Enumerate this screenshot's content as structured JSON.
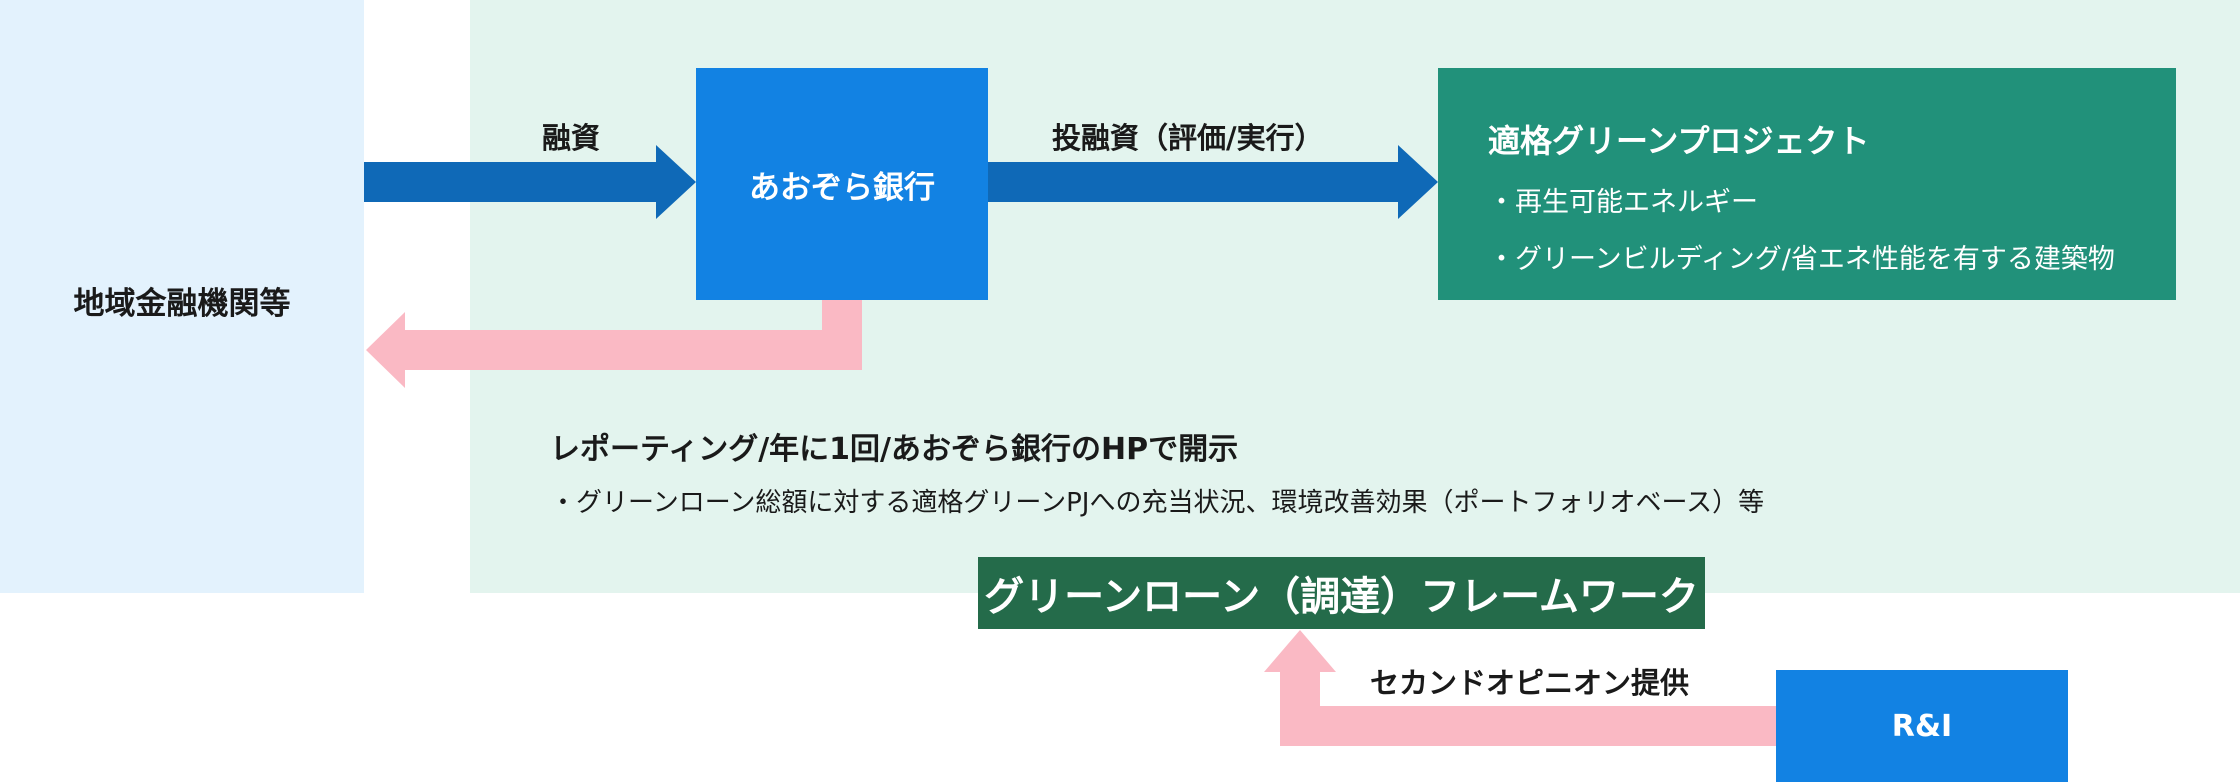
{
  "left_label": "地域金融機関等",
  "bank_label": "あおぞら銀行",
  "arrow_labels": {
    "financing": "融資",
    "investment": "投融資（評価/実行）",
    "second_opinion": "セカンドオピニオン提供"
  },
  "green_project": {
    "title": "適格グリーンプロジェクト",
    "bullets": [
      "・再生可能エネルギー",
      "・グリーンビルディング/省エネ性能を有する建築物"
    ]
  },
  "reporting": {
    "title": "レポーティング/年に1回/あおぞら銀行のHPで開示",
    "detail": "・グリーンローン総額に対する適格グリーンPJへの充当状況、環境改善効果（ポートフォリオベース）等"
  },
  "framework_label": "グリーンローン（調達）フレームワーク",
  "ri_label": "R&I",
  "colors": {
    "left_bg": "#e3f2fd",
    "right_bg": "#e3f4ee",
    "blue_box": "#1282e3",
    "blue_arrow": "#0f69b7",
    "green_box": "#21917a",
    "framework_bg": "#246b4a",
    "pink_arrow": "#fab9c4"
  }
}
